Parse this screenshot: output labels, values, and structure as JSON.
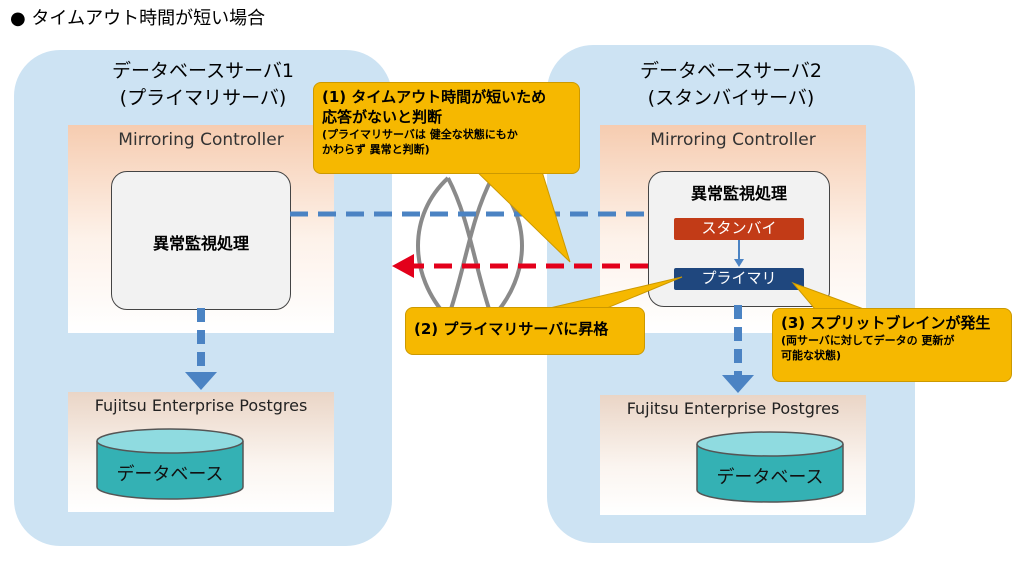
{
  "title": "● タイムアウト時間が短い場合",
  "server1": {
    "title_line1": "データベースサーバ1",
    "title_line2": "(プライマリサーバ)"
  },
  "server2": {
    "title_line1": "データベースサーバ2",
    "title_line2": "(スタンバイサーバ)"
  },
  "mirroring_controller": "Mirroring Controller",
  "monitoring_process": "異常監視処理",
  "fujitsu_postgres": "Fujitsu Enterprise Postgres",
  "database": "データベース",
  "standby_status": "スタンバイ",
  "primary_status": "プライマリ",
  "callout1": {
    "main_line1": "(1) タイムアウト時間が短いため",
    "main_line2": "応答がないと判断",
    "sub_line1": "(プライマリサーバは 健全な状態にもか",
    "sub_line2": "かわらず 異常と判断)"
  },
  "callout2": {
    "main": "(2) プライマリサーバに昇格"
  },
  "callout3": {
    "main": "(3) スプリットブレインが発生",
    "sub_line1": "(両サーバに対してデータの 更新が",
    "sub_line2": "可能な状態)"
  },
  "colors": {
    "server_bg": "#cde3f3",
    "arrow_blue": "#4b83c3",
    "arrow_red": "#e3001b",
    "callout": "#f6b800",
    "standby": "#c23b17",
    "primary": "#1f477e"
  }
}
